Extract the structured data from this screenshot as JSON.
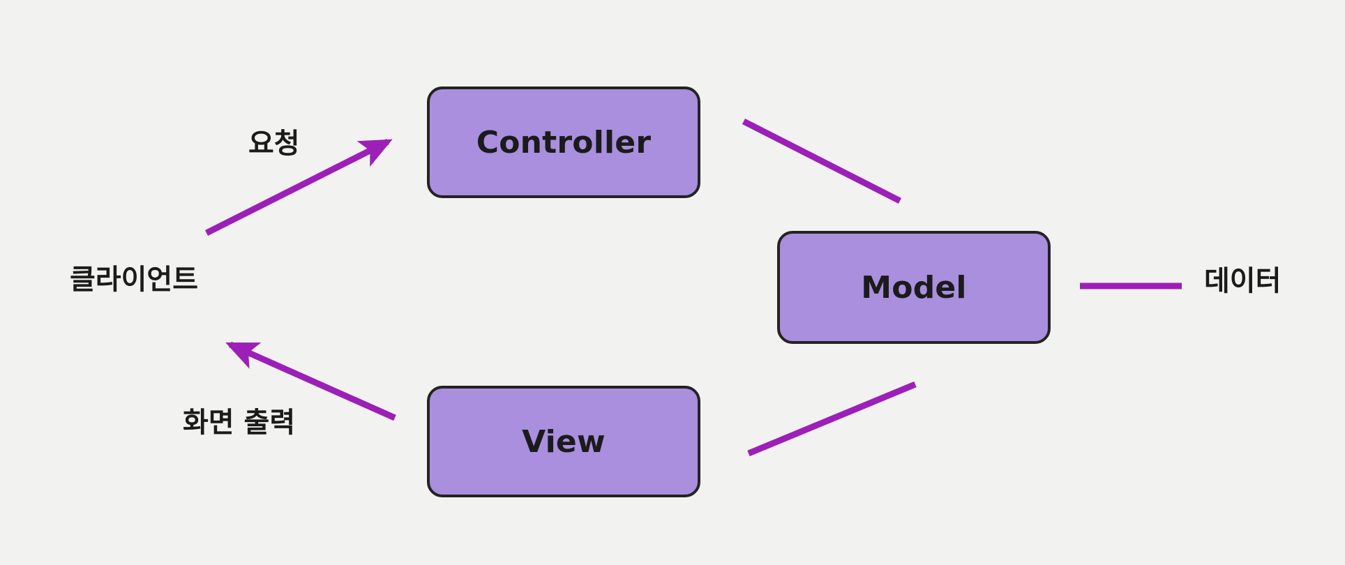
{
  "diagram": {
    "title": "MVC pattern flow",
    "background_color": "#f2f2f1",
    "node_fill_color": "#a98fde",
    "node_border_color": "#232323",
    "edge_color": "#9c1fb8",
    "text_color": "#1b1b1b",
    "nodes": [
      {
        "id": "controller",
        "label": "Controller"
      },
      {
        "id": "model",
        "label": "Model"
      },
      {
        "id": "view",
        "label": "View"
      }
    ],
    "edge_labels": [
      {
        "id": "request",
        "label": "요청"
      },
      {
        "id": "client",
        "label": "클라이언트"
      },
      {
        "id": "screen_output",
        "label": "화면 출력"
      },
      {
        "id": "data",
        "label": "데이터"
      }
    ],
    "edges": [
      {
        "id": "client-to-controller",
        "label": "요청",
        "arrow": true,
        "from": "클라이언트",
        "to": "Controller"
      },
      {
        "id": "controller-to-model",
        "label": "",
        "arrow": false,
        "from": "Controller",
        "to": "Model"
      },
      {
        "id": "model-to-view",
        "label": "",
        "arrow": false,
        "from": "Model",
        "to": "View"
      },
      {
        "id": "view-to-client",
        "label": "화면 출력",
        "arrow": true,
        "from": "View",
        "to": "클라이언트"
      },
      {
        "id": "model-to-data",
        "label": "데이터",
        "arrow": false,
        "from": "Model",
        "to": "데이터"
      }
    ]
  }
}
